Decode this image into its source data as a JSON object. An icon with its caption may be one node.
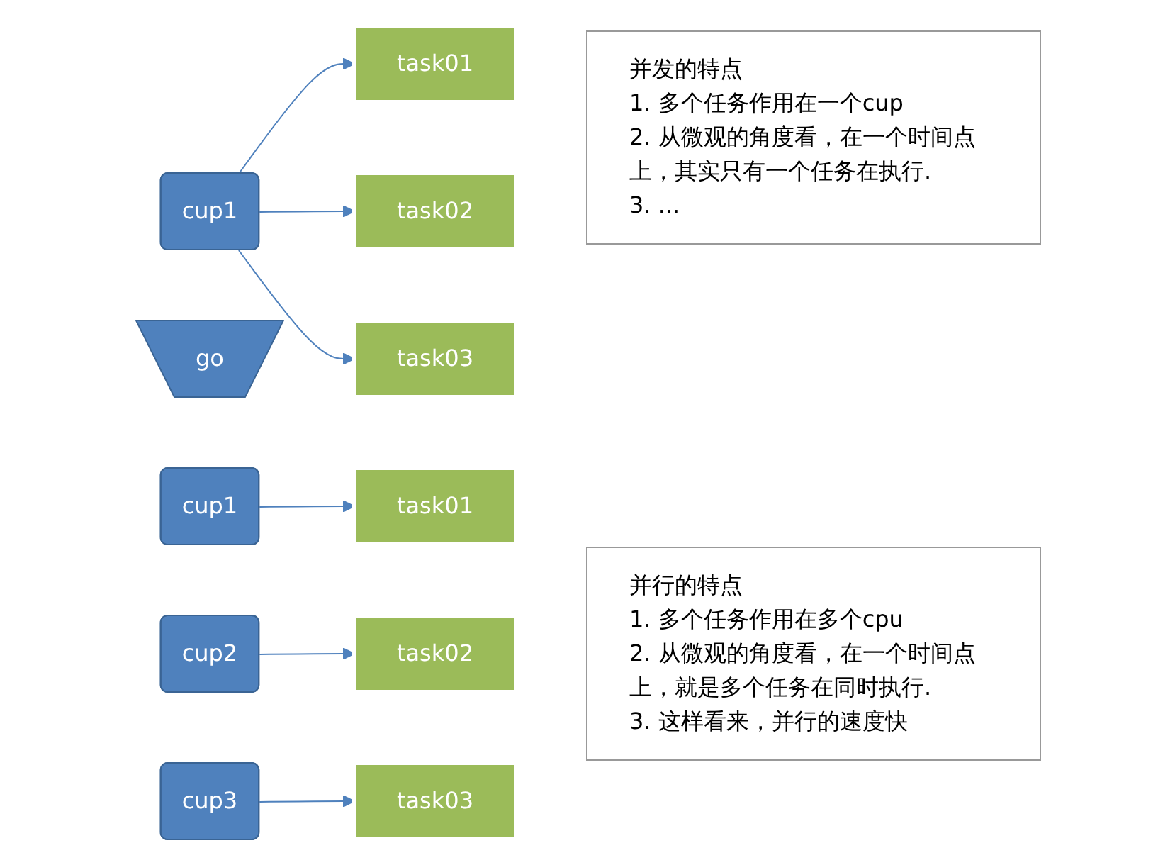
{
  "diagram": {
    "nodes": [
      {
        "text": [
          "cup1"
        ]
      },
      {
        "text": [
          "task01"
        ]
      },
      {
        "text": [
          "task02"
        ]
      },
      {
        "text": [
          "task03"
        ]
      },
      {
        "text": [
          "并发的特点",
          "1. 多个任务作用在一个cup",
          "2. 从微观的角度看，在一个时间点上，其实只有一个任务在执行.",
          "3. ..."
        ]
      },
      {
        "text": [
          "go"
        ]
      },
      {
        "text": [
          "cup1"
        ]
      },
      {
        "text": [
          "task01"
        ]
      },
      {
        "text": [
          "task02"
        ]
      },
      {
        "text": [
          "task03"
        ]
      },
      {
        "text": [
          "并行的特点",
          "1. 多个任务作用在多个cpu",
          "2. 从微观的角度看，在一个时间点上，就是多个任务在同时执行.",
          "3. 这样看来，并行的速度快"
        ]
      },
      {
        "text": [
          "cup2"
        ]
      },
      {
        "text": [
          "cup3"
        ]
      }
    ],
    "edges": [
      {
        "from": 0,
        "to": 1,
        "arrow": "to"
      },
      {
        "from": 0,
        "to": 2,
        "arrow": "to"
      },
      {
        "from": 0,
        "to": 3,
        "arrow": "to"
      },
      {
        "from": 6,
        "to": 7,
        "arrow": "to"
      },
      {
        "from": 11,
        "to": 8,
        "arrow": "to"
      },
      {
        "from": 12,
        "to": 9,
        "arrow": "to"
      }
    ]
  }
}
